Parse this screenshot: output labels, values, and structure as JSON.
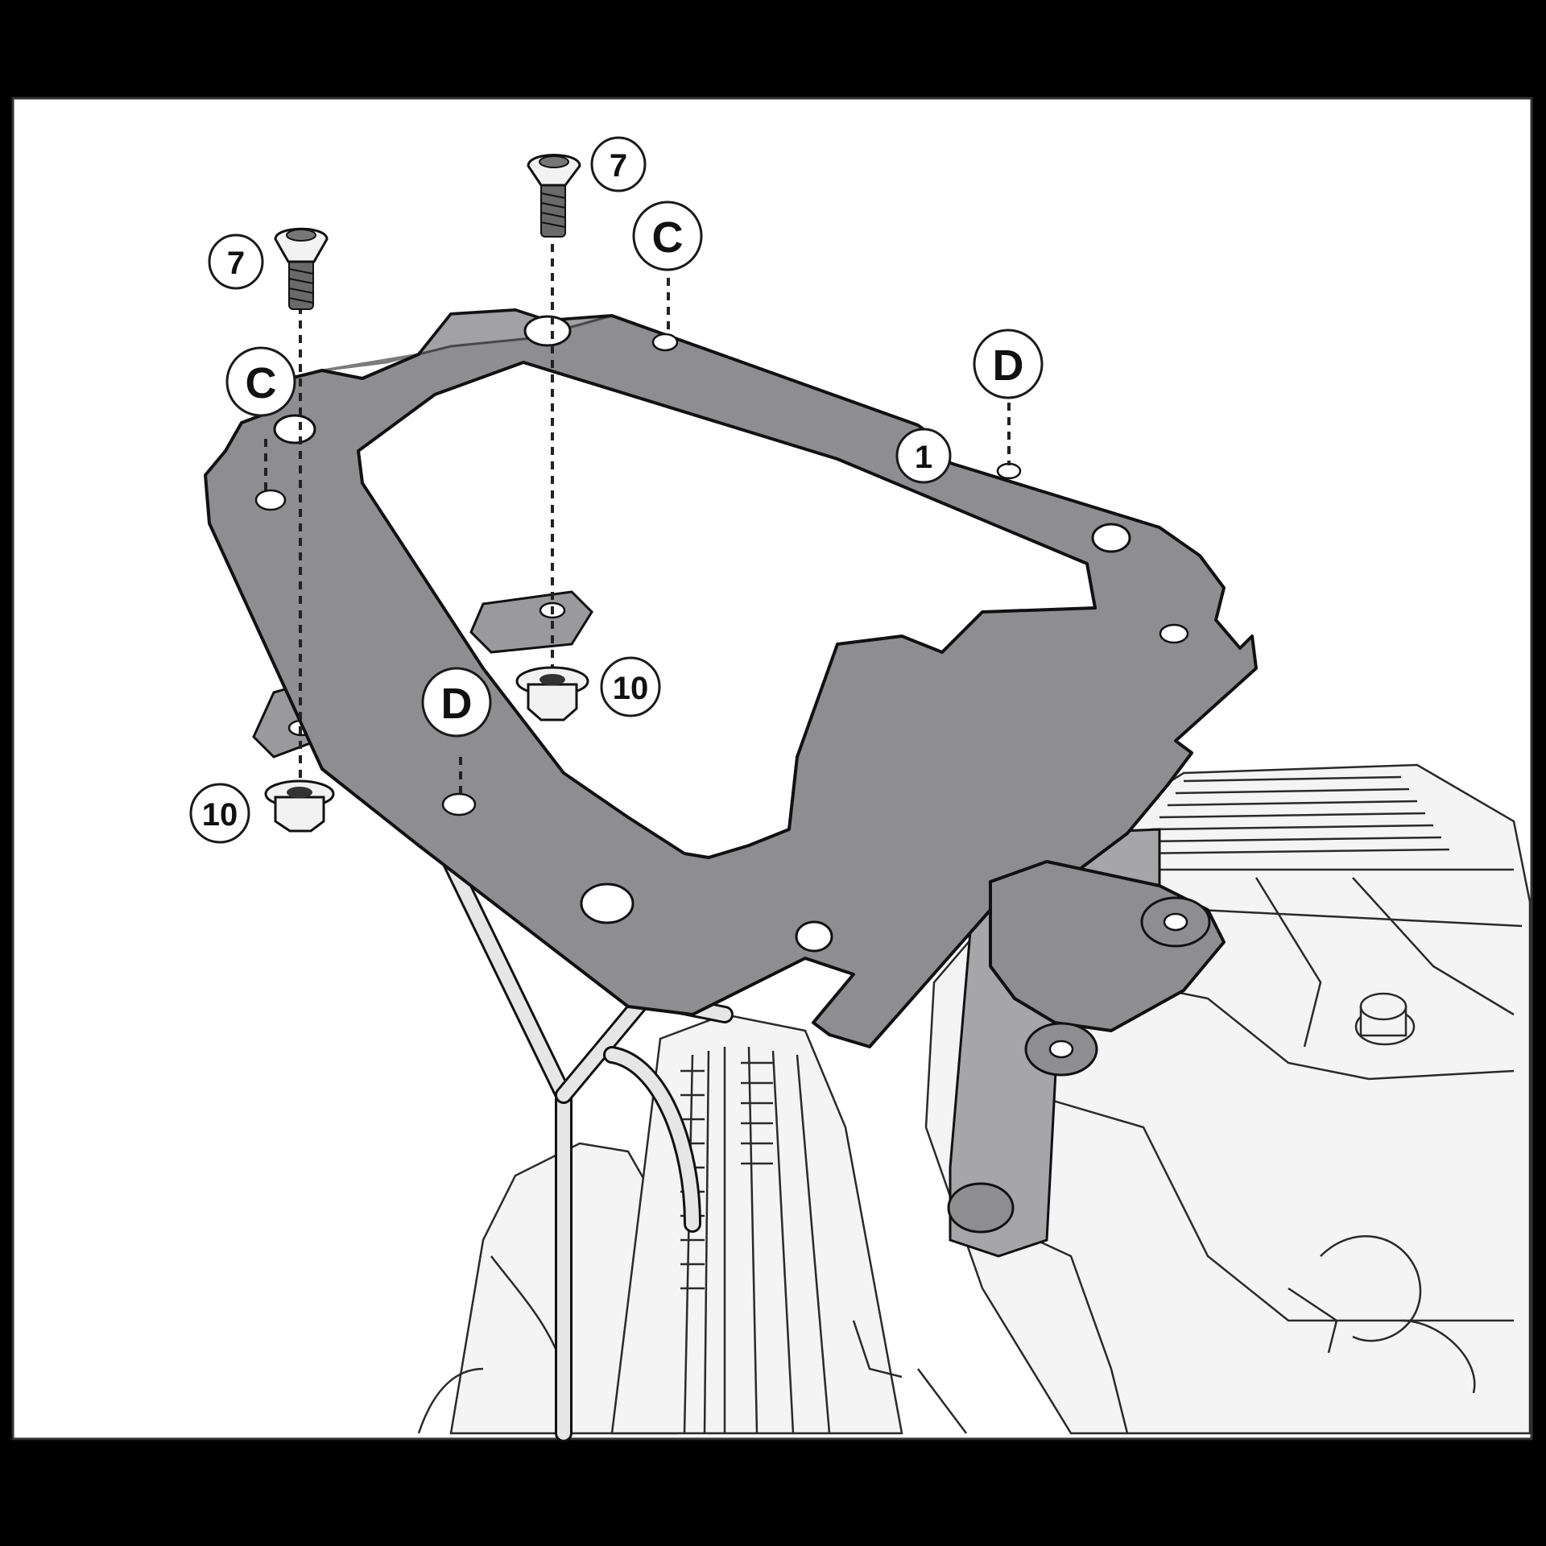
{
  "callouts": {
    "top_case_plate": "1",
    "screw_left": "7",
    "screw_center": "7",
    "nut_left": "10",
    "nut_center": "10",
    "mount_point_c_left": "C",
    "mount_point_c_top": "C",
    "mount_point_d_right": "D",
    "mount_point_d_front": "D"
  },
  "colors": {
    "background": "#000000",
    "panel": "#ffffff",
    "plate": "#8e8e90",
    "outline": "#111111"
  }
}
